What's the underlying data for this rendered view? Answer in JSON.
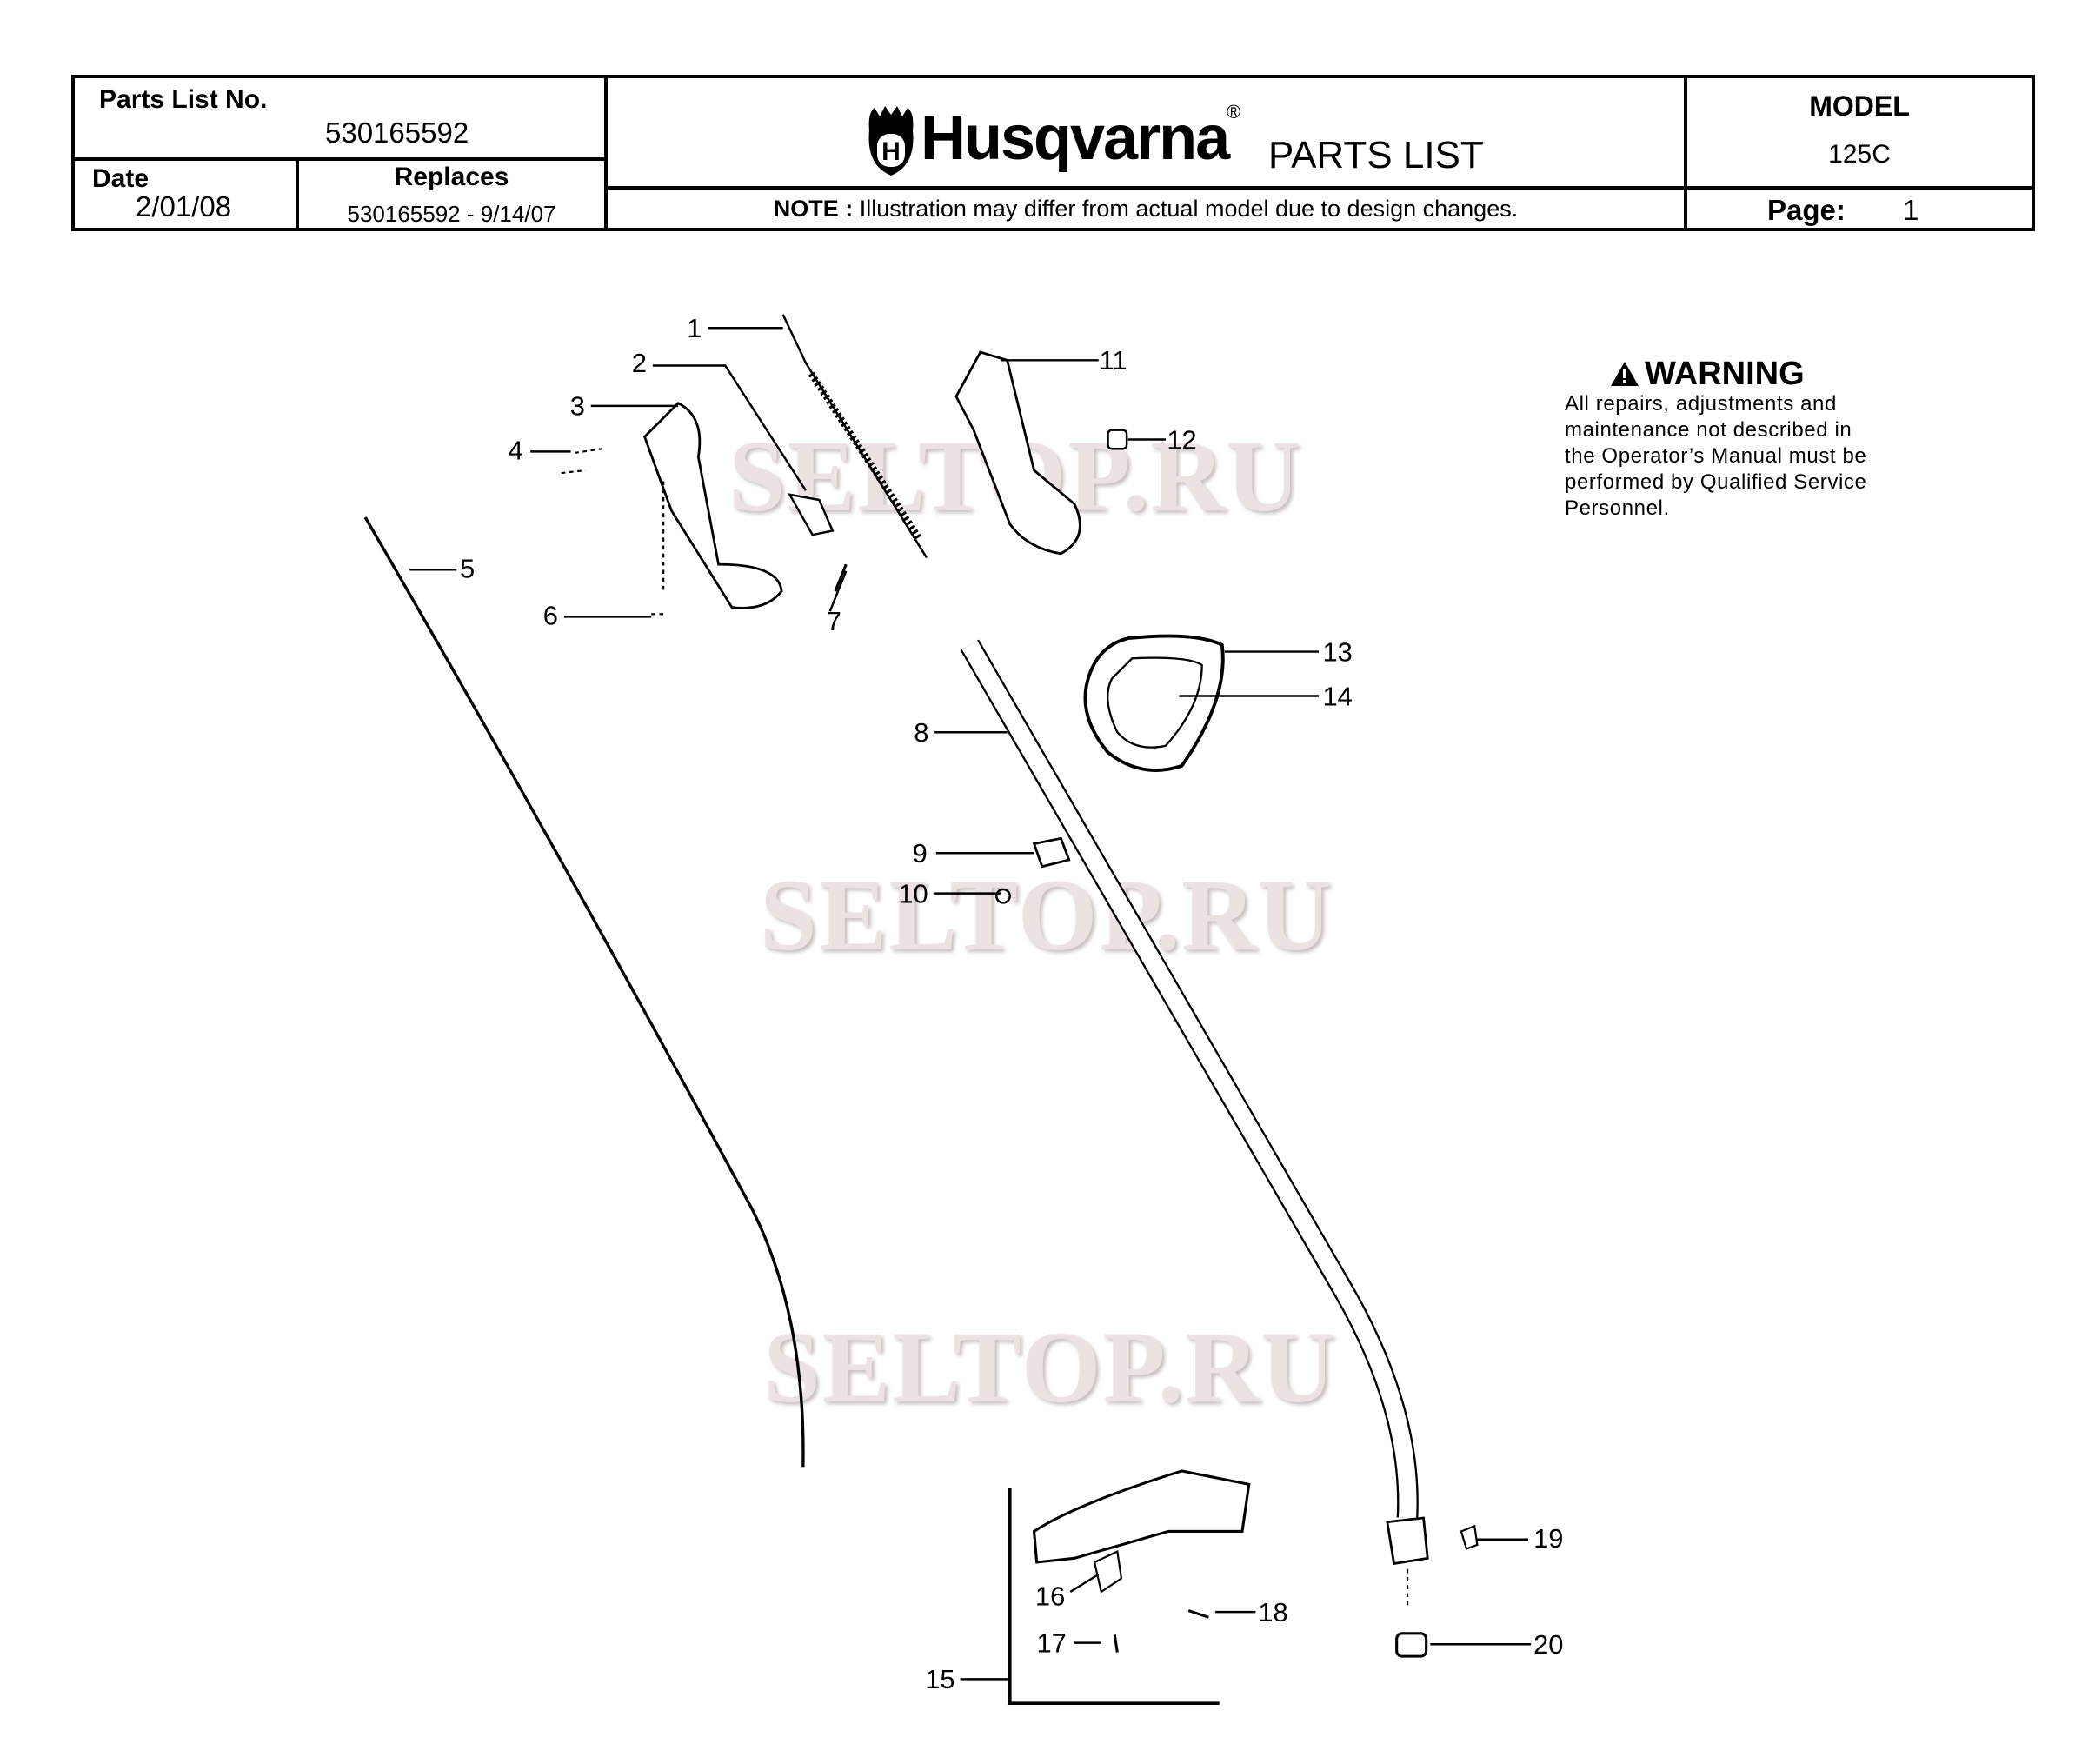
{
  "header": {
    "parts_list_label": "Parts List No.",
    "parts_list_no": "530165592",
    "date_label": "Date",
    "date": "2/01/08",
    "replaces_label": "Replaces",
    "replaces": "530165592 - 9/14/07",
    "brand": "Husqvarna",
    "registered": "®",
    "doc_title": "PARTS LIST",
    "note_label": "NOTE :",
    "note": "Illustration may differ from actual model due to design changes.",
    "model_label": "MODEL",
    "model": "125C",
    "page_label": "Page:",
    "page": "1"
  },
  "warning": {
    "title": "WARNING",
    "lines": [
      "All repairs, adjustments and",
      "maintenance not described in",
      "the Operator’s Manual must be",
      "performed by Qualified Service",
      "Personnel."
    ]
  },
  "watermark": "SELTOP.RU",
  "callouts": [
    "1",
    "2",
    "3",
    "4",
    "5",
    "6",
    "7",
    "8",
    "9",
    "10",
    "11",
    "12",
    "13",
    "14",
    "15",
    "16",
    "17",
    "18",
    "19",
    "20"
  ]
}
